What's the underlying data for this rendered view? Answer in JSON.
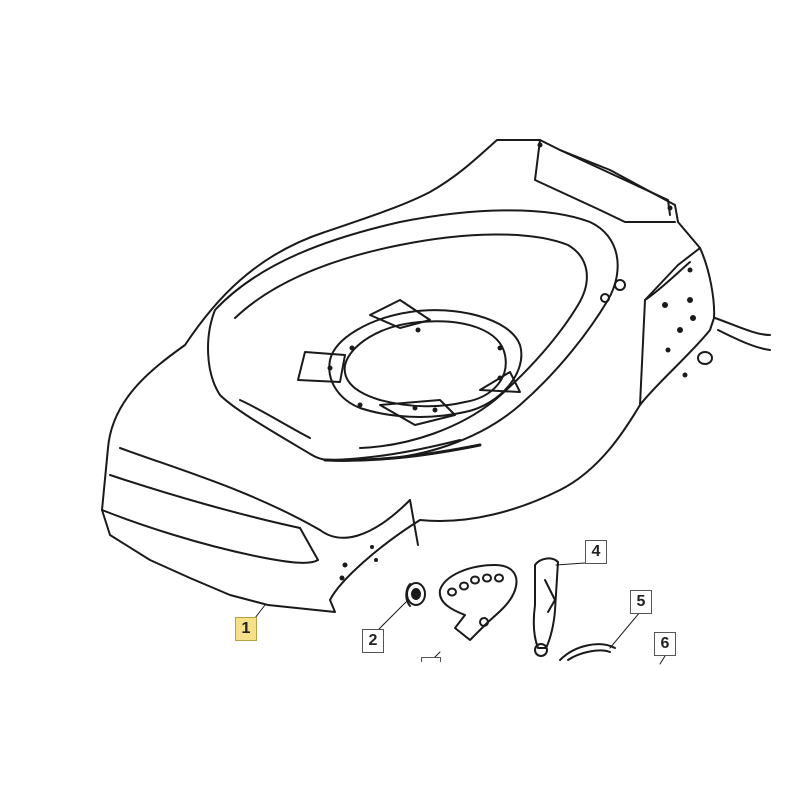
{
  "diagram": {
    "highlight_color": "#f6e08a",
    "line_color": "#1a1a1a",
    "background": "#ffffff",
    "callouts": [
      {
        "id": "1",
        "label": "1",
        "highlighted": true
      },
      {
        "id": "2",
        "label": "2",
        "highlighted": false
      },
      {
        "id": "4",
        "label": "4",
        "highlighted": false
      },
      {
        "id": "5",
        "label": "5",
        "highlighted": false
      },
      {
        "id": "6",
        "label": "6",
        "highlighted": false
      }
    ],
    "parts": [
      {
        "id": "1",
        "name": "mower-deck-shell"
      },
      {
        "id": "2",
        "name": "bushing"
      },
      {
        "id": "3",
        "name": "height-adjust-plate"
      },
      {
        "id": "4",
        "name": "adjust-lever"
      },
      {
        "id": "5",
        "name": "spring"
      },
      {
        "id": "6",
        "name": "part-6"
      }
    ]
  }
}
